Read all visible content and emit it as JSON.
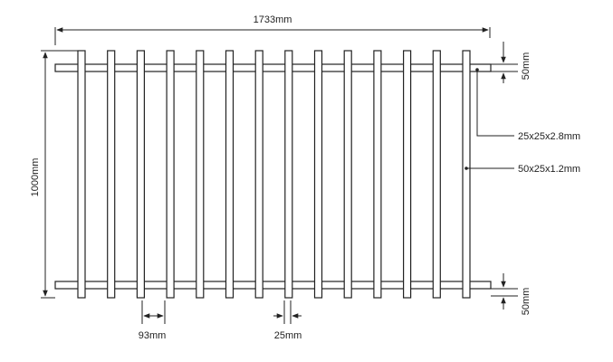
{
  "diagram": {
    "title": "",
    "dimensions": {
      "overall_width": "1733mm",
      "overall_height": "1000mm",
      "rail_top": "50mm",
      "rail_bottom": "50mm",
      "picket_gap": "93mm",
      "picket_width": "25mm"
    },
    "callouts": {
      "rail_section": "25x25x2.8mm",
      "post_section": "50x25x1.2mm"
    },
    "panel": {
      "picket_count": 14
    },
    "colors": {
      "line": "#222222",
      "fill": "#ffffff"
    }
  }
}
